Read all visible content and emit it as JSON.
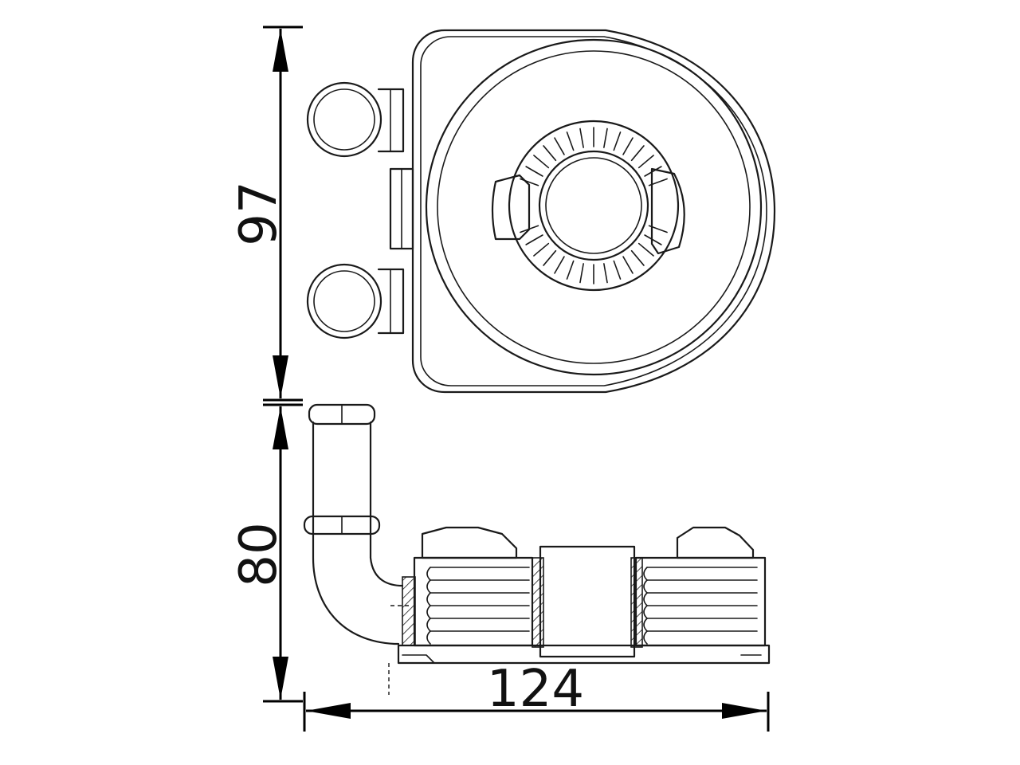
{
  "dimensions": {
    "height_top_view": "97",
    "height_side_view": "80",
    "width": "124"
  },
  "colors": {
    "line": "#1a1a1a",
    "background": "#ffffff"
  }
}
